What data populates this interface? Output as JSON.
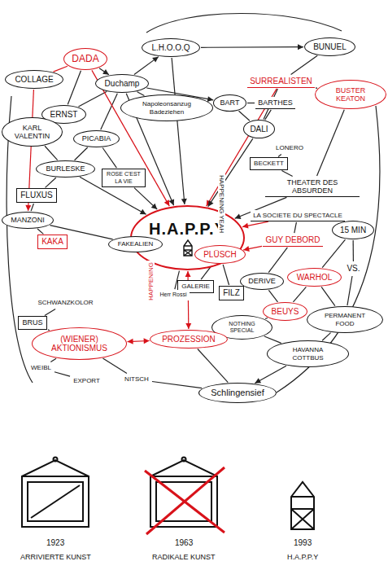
{
  "diagram": {
    "nodes": [
      {
        "text": [
          "COLLAGE"
        ]
      },
      {
        "text": [
          "DADA"
        ]
      },
      {
        "text": [
          "Duchamp"
        ]
      },
      {
        "text": [
          "L.H.O.O.Q"
        ]
      },
      {
        "text": [
          "BUNUEL"
        ]
      },
      {
        "text": [
          "SURREALISTEN"
        ]
      },
      {
        "text": [
          "BUSTER KEATON"
        ]
      },
      {
        "text": [
          "ERNST"
        ]
      },
      {
        "text": [
          "PICABIA"
        ]
      },
      {
        "text": [
          "Napoleonsanzug Badeziehen"
        ]
      },
      {
        "text": [
          "BART"
        ]
      },
      {
        "text": [
          "BARTHES"
        ]
      },
      {
        "text": [
          "DALI"
        ]
      },
      {
        "text": [
          "KARL VALENTIN"
        ]
      },
      {
        "text": [
          "ROSE C'EST LA VIE"
        ]
      },
      {
        "text": [
          "BURLESKE"
        ]
      },
      {
        "text": [
          "LONERO"
        ]
      },
      {
        "text": [
          "BECKETT"
        ]
      },
      {
        "text": [
          "THEATER DES ABSURDEN"
        ]
      },
      {
        "text": [
          "FLUXUS"
        ]
      },
      {
        "text": [
          "H.A.P.P.Y"
        ]
      },
      {
        "text": [
          "LA SOCIETE DU SPECTACLE"
        ]
      },
      {
        "text": [
          "15 MIN"
        ]
      },
      {
        "text": [
          "MANZONI"
        ]
      },
      {
        "text": [
          "KAKA"
        ]
      },
      {
        "text": [
          "FAKEALIEN"
        ]
      },
      {
        "text": [
          "GUY DEBORD"
        ]
      },
      {
        "text": [
          "PLÜSCH"
        ]
      },
      {
        "text": [
          "GALERIE"
        ]
      },
      {
        "text": [
          "FILZ"
        ]
      },
      {
        "text": [
          "DERIVE"
        ]
      },
      {
        "text": [
          "WARHOL"
        ]
      },
      {
        "text": [
          "VS."
        ]
      },
      {
        "text": [
          "Herr Rossi"
        ]
      },
      {
        "text": [
          "BEUYS"
        ]
      },
      {
        "text": [
          "PERMANENT FOOD"
        ]
      },
      {
        "text": [
          "SCHWANZKOLOR"
        ]
      },
      {
        "text": [
          "BRUS"
        ]
      },
      {
        "text": [
          "(WIENER) AKTIONISMUS"
        ]
      },
      {
        "text": [
          "NOTHING SPECIAL"
        ]
      },
      {
        "text": [
          "PROZESSION"
        ]
      },
      {
        "text": [
          "HAVANNA COTTBUS"
        ]
      },
      {
        "text": [
          "WEIBL"
        ]
      },
      {
        "text": [
          "EXPORT"
        ]
      },
      {
        "text": [
          "NITSCH"
        ]
      },
      {
        "text": [
          "Schlingensief"
        ]
      }
    ],
    "edges": [
      {
        "from": 0,
        "to": 1,
        "arrow": "none"
      },
      {
        "from": 1,
        "to": 2,
        "arrow": "to"
      },
      {
        "from": 1,
        "to": 7,
        "arrow": "none"
      },
      {
        "from": 2,
        "to": 3,
        "arrow": "to"
      },
      {
        "from": 2,
        "to": 7,
        "arrow": "none"
      },
      {
        "from": 2,
        "to": 8,
        "arrow": "none"
      },
      {
        "from": 2,
        "to": 9,
        "arrow": "none"
      },
      {
        "from": 2,
        "to": 20,
        "arrow": "to"
      },
      {
        "from": 1,
        "to": 20,
        "arrow": "to"
      },
      {
        "from": 3,
        "to": 4,
        "arrow": "to"
      },
      {
        "from": 3,
        "to": 20,
        "arrow": "to"
      },
      {
        "from": 2,
        "to": 10,
        "arrow": "to"
      },
      {
        "from": 4,
        "to": 5,
        "arrow": "none"
      },
      {
        "from": 5,
        "to": 6,
        "arrow": "none"
      },
      {
        "from": 5,
        "to": 12,
        "arrow": "none"
      },
      {
        "from": 5,
        "to": 20,
        "arrow": "to"
      },
      {
        "from": 6,
        "to": 18,
        "arrow": "none"
      },
      {
        "from": 10,
        "to": 11,
        "arrow": "none"
      },
      {
        "from": 10,
        "to": 12,
        "arrow": "none"
      },
      {
        "from": 11,
        "to": 12,
        "arrow": "none"
      },
      {
        "from": 12,
        "to": 20,
        "arrow": "to"
      },
      {
        "from": 13,
        "to": 15,
        "arrow": "none"
      },
      {
        "from": 8,
        "to": 15,
        "arrow": "none"
      },
      {
        "from": 8,
        "to": 14,
        "arrow": "none"
      },
      {
        "from": 14,
        "to": 20,
        "arrow": "to"
      },
      {
        "from": 15,
        "to": 20,
        "arrow": "to"
      },
      {
        "from": 15,
        "to": 19,
        "arrow": "none"
      },
      {
        "from": 16,
        "to": 17,
        "arrow": "none"
      },
      {
        "from": 17,
        "to": 18,
        "arrow": "none"
      },
      {
        "from": 18,
        "to": 20,
        "arrow": "to"
      },
      {
        "from": 19,
        "to": 23,
        "arrow": "none"
      },
      {
        "from": 0,
        "to": 23,
        "arrow": "to"
      },
      {
        "from": 23,
        "to": 24,
        "arrow": "none"
      },
      {
        "from": 23,
        "to": 25,
        "arrow": "none"
      },
      {
        "from": 25,
        "to": 20,
        "arrow": "to"
      },
      {
        "from": 21,
        "to": 20,
        "arrow": "to"
      },
      {
        "from": 21,
        "to": 26,
        "arrow": "none"
      },
      {
        "from": 26,
        "to": 27,
        "arrow": "to"
      },
      {
        "from": 27,
        "to": 20,
        "arrow": "to"
      },
      {
        "from": 27,
        "to": 28,
        "arrow": "none"
      },
      {
        "from": 27,
        "to": 29,
        "arrow": "none"
      },
      {
        "from": 26,
        "to": 30,
        "arrow": "none"
      },
      {
        "from": 30,
        "to": 34,
        "arrow": "none"
      },
      {
        "from": 31,
        "to": 34,
        "arrow": "none"
      },
      {
        "from": 22,
        "to": 31,
        "arrow": "none"
      },
      {
        "from": 22,
        "to": 32,
        "arrow": "none"
      },
      {
        "from": 32,
        "to": 35,
        "arrow": "none"
      },
      {
        "from": 31,
        "to": 35,
        "arrow": "none"
      },
      {
        "from": 34,
        "to": 39,
        "arrow": "none"
      },
      {
        "from": 35,
        "to": 41,
        "arrow": "none"
      },
      {
        "from": 33,
        "to": 20,
        "arrow": "none"
      },
      {
        "from": 36,
        "to": 37,
        "arrow": "none"
      },
      {
        "from": 37,
        "to": 38,
        "arrow": "none"
      },
      {
        "from": 38,
        "to": 40,
        "arrow": "both"
      },
      {
        "from": 40,
        "to": 20,
        "arrow": "both"
      },
      {
        "from": 38,
        "to": 42,
        "arrow": "none"
      },
      {
        "from": 38,
        "to": 44,
        "arrow": "none"
      },
      {
        "from": 42,
        "to": 43,
        "arrow": "none"
      },
      {
        "from": 44,
        "to": 45,
        "arrow": "none"
      },
      {
        "from": 40,
        "to": 45,
        "arrow": "none"
      },
      {
        "from": 39,
        "to": 41,
        "arrow": "none"
      },
      {
        "from": 41,
        "to": 45,
        "arrow": "to"
      }
    ],
    "labels": [
      "HAPPENING YEAH",
      "HAPPENING",
      "1923",
      "ARRIVIERTE KUNST",
      "1963",
      "RADIKALE KUNST",
      "1993",
      "H.A.P.P.Y"
    ]
  }
}
